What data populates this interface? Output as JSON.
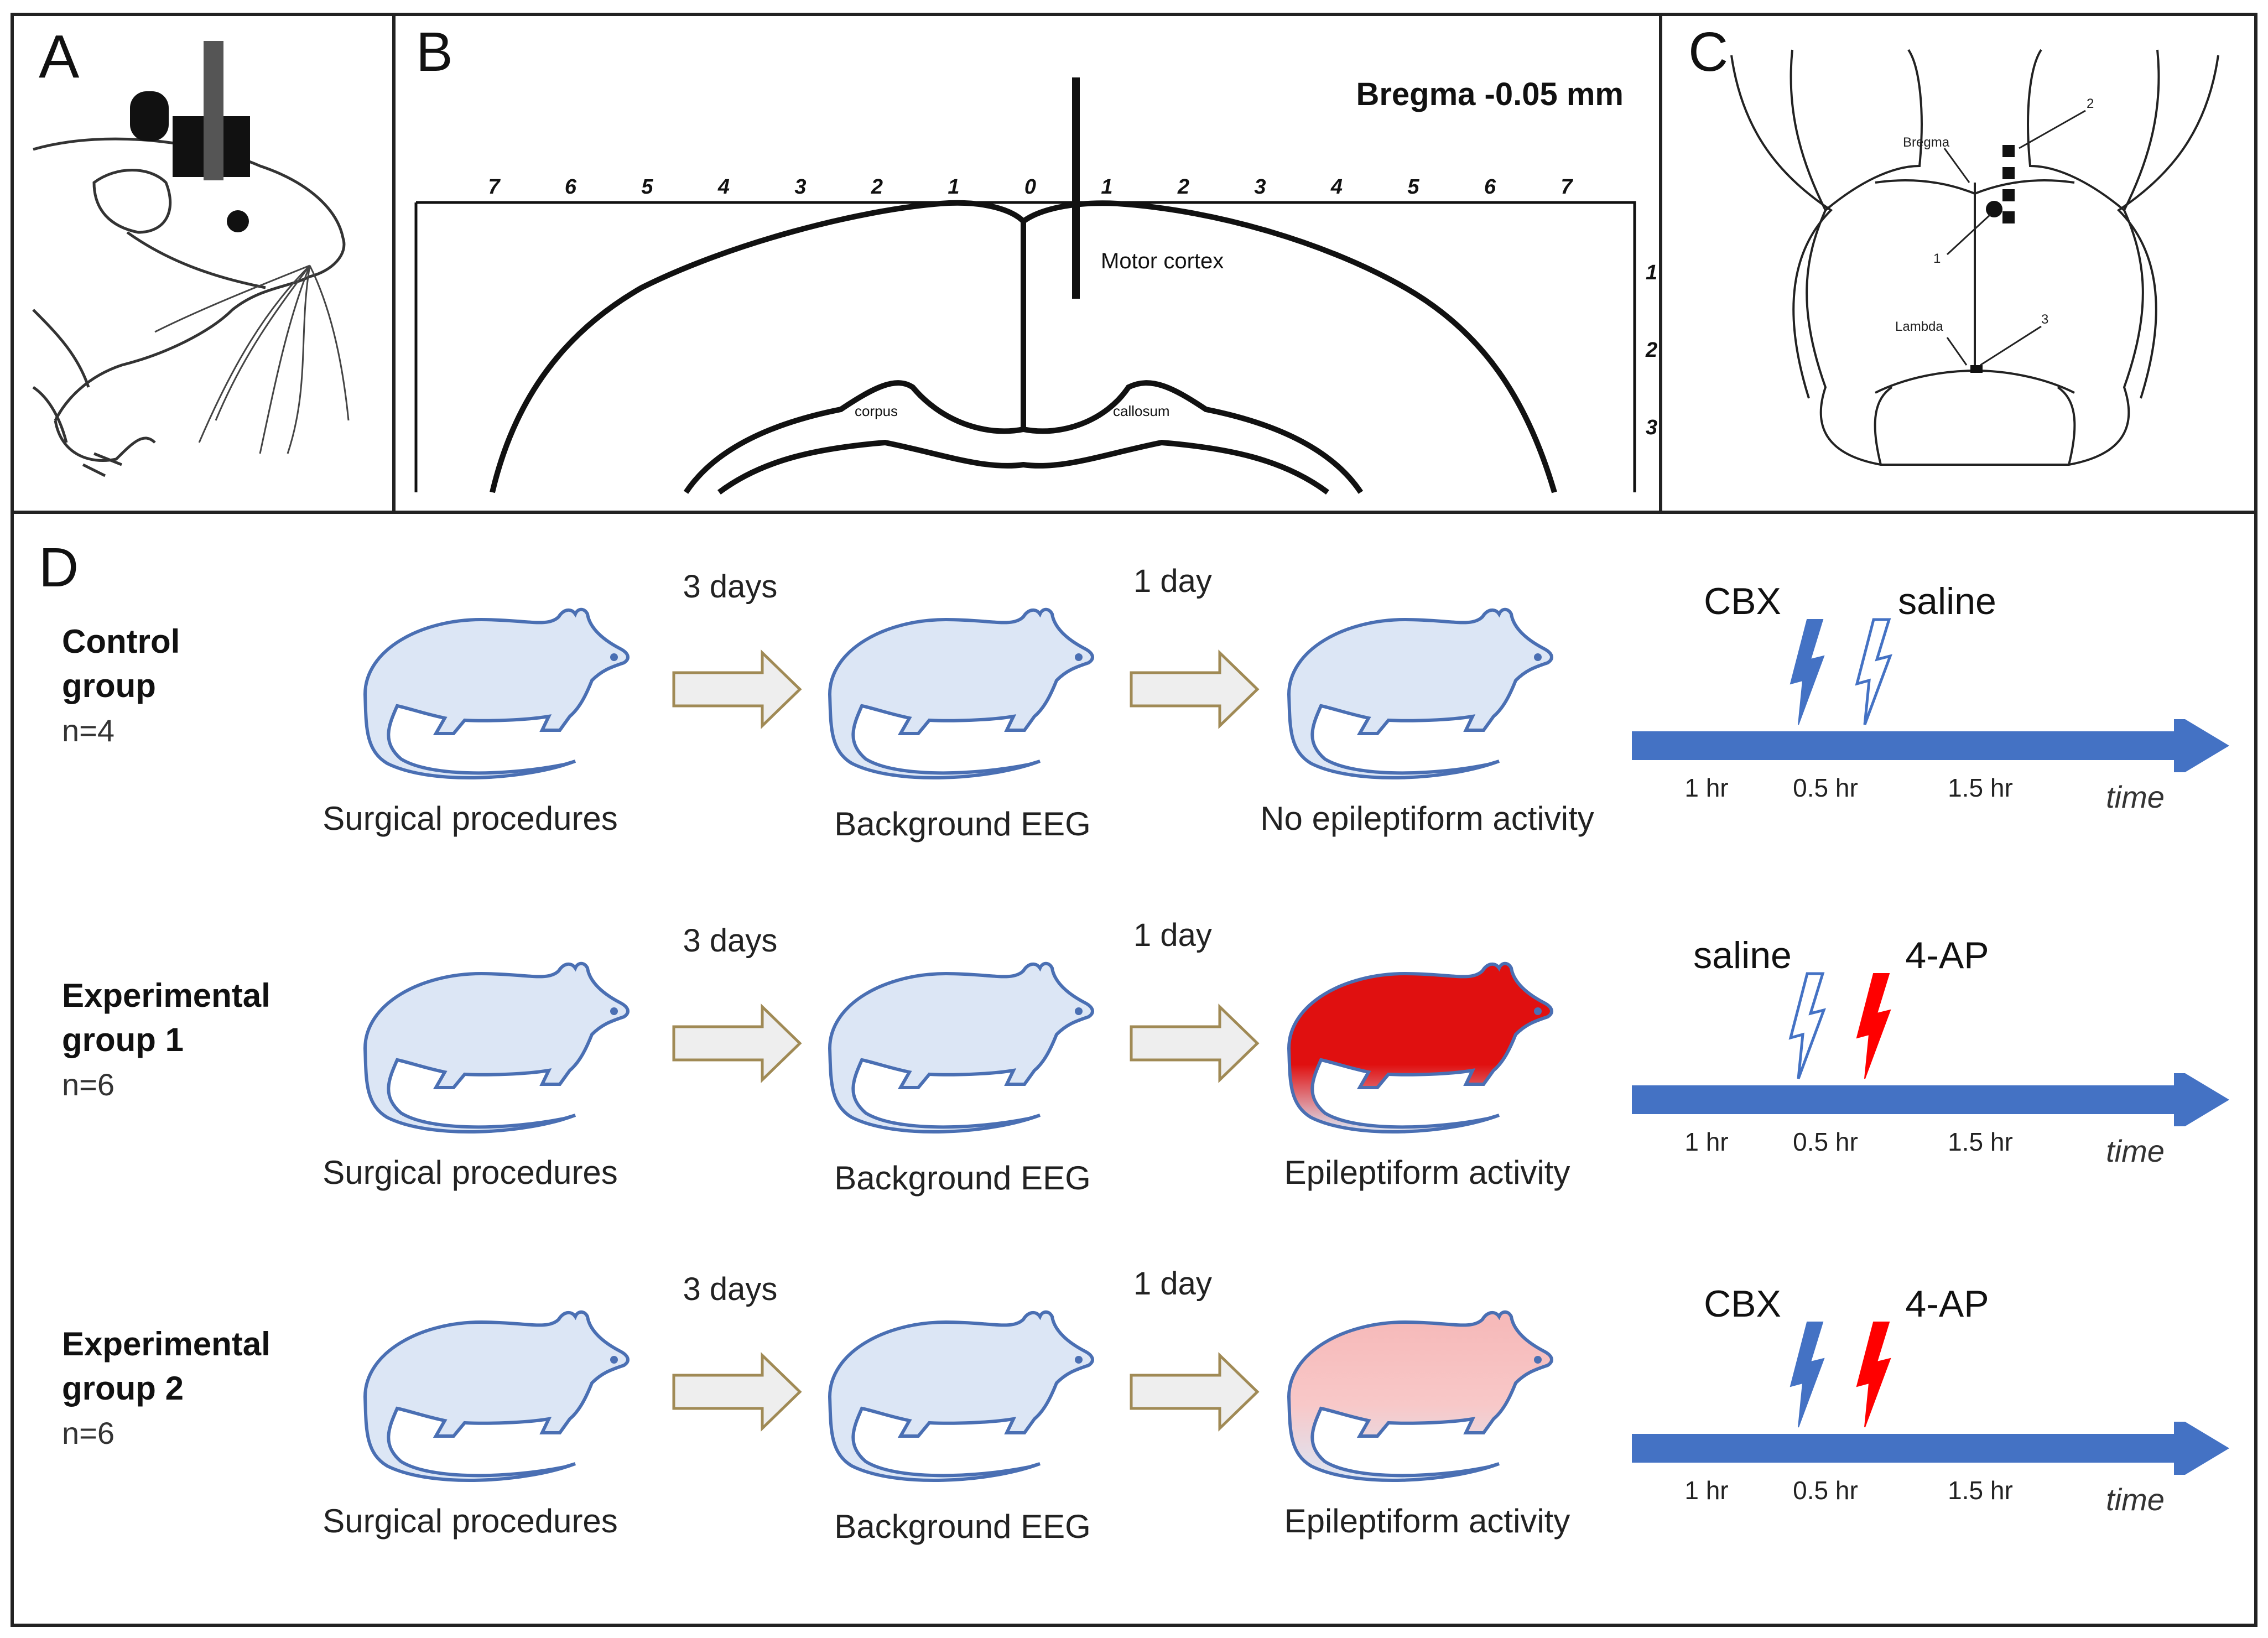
{
  "panels": {
    "a": {
      "letter": "A"
    },
    "b": {
      "letter": "B",
      "bregma": "Bregma -0.05 mm",
      "scale_top": [
        "7",
        "6",
        "5",
        "4",
        "3",
        "2",
        "1",
        "0",
        "1",
        "2",
        "3",
        "4",
        "5",
        "6",
        "7"
      ],
      "scale_side": [
        "1",
        "2",
        "3"
      ],
      "motor_cortex": "Motor cortex",
      "corpus": "corpus",
      "callosum": "callosum"
    },
    "c": {
      "letter": "C",
      "bregma": "Bregma",
      "lambda": "Lambda",
      "marker_1": "1",
      "marker_2": "2",
      "marker_3": "3"
    },
    "d": {
      "letter": "D",
      "delay_1": "3 days",
      "delay_2": "1 day",
      "timeline_intervals": [
        "1 hr",
        "0.5 hr",
        "1.5 hr"
      ],
      "time_label": "time",
      "groups": [
        {
          "name_line1": "Control",
          "name_line2": "group",
          "n": "n=4",
          "stage1": "Surgical procedures",
          "stage2": "Background EEG",
          "stage3": "No epileptiform activity",
          "injection1": "CBX",
          "injection2": "saline",
          "activity_level": 0.0
        },
        {
          "name_line1": "Experimental",
          "name_line2": "group 1",
          "n": "n=6",
          "stage1": "Surgical procedures",
          "stage2": "Background EEG",
          "stage3": "Epileptiform activity",
          "injection1": "saline",
          "injection2": "4-AP",
          "activity_level": 1.0
        },
        {
          "name_line1": "Experimental",
          "name_line2": "group 2",
          "n": "n=6",
          "stage1": "Surgical procedures",
          "stage2": "Background EEG",
          "stage3": "Epileptiform activity",
          "injection1": "CBX",
          "injection2": "4-AP",
          "activity_level": 0.3
        }
      ]
    }
  },
  "colors": {
    "frame": "#222222",
    "ink": "#111111",
    "timeline": "#4472c4",
    "rat_fill": "#dce6f5",
    "rat_stroke": "#4a6fb3",
    "arrow_fill": "#eeeeee",
    "arrow_stroke": "#a08a55",
    "bolt_blue": "#4472c4",
    "bolt_red": "#ff0000",
    "strong_red": "#e01010",
    "pale_red": "#f6b8b8"
  }
}
